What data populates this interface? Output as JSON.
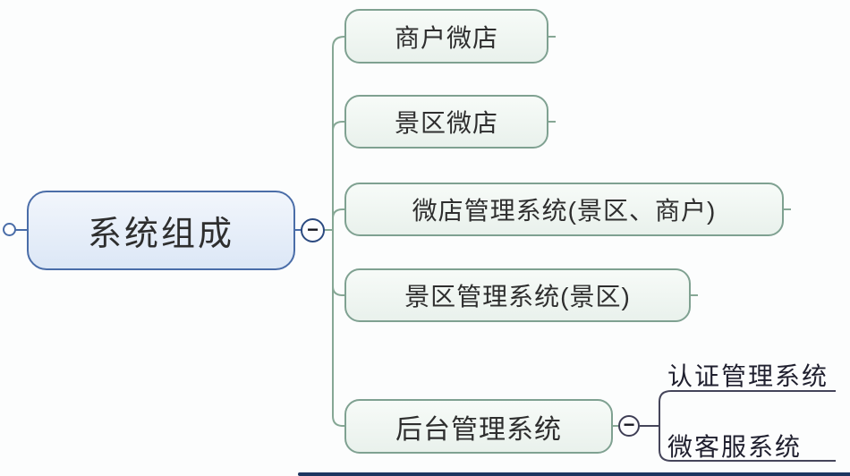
{
  "colors": {
    "bg": "#fcfdfd",
    "rootBorder": "#4a6da8",
    "rootFillTop": "#f2f6fc",
    "rootFillBottom": "#dce7f6",
    "childBorder": "#7fa191",
    "childFillTop": "#f7fbf8",
    "childFillBottom": "#e9f1ec",
    "connectorGreen": "#86a795",
    "connectorBlue": "#4a6da8",
    "connectorDark": "#45455a",
    "collapseBorderRoot": "#2b4a80",
    "collapseBorderChild": "#3e3e55",
    "textDark": "#2e2e2e",
    "bottomBar": "#1d3560"
  },
  "mindmap": {
    "root": {
      "label": "系统组成"
    },
    "children": [
      {
        "label": "商户微店"
      },
      {
        "label": "景区微店"
      },
      {
        "label": "微店管理系统(景区、商户)"
      },
      {
        "label": "景区管理系统(景区)"
      },
      {
        "label": "后台管理系统"
      }
    ],
    "backend_children": [
      {
        "label": "认证管理系统"
      },
      {
        "label": "微客服系统"
      }
    ],
    "collapse_glyph": "−"
  }
}
